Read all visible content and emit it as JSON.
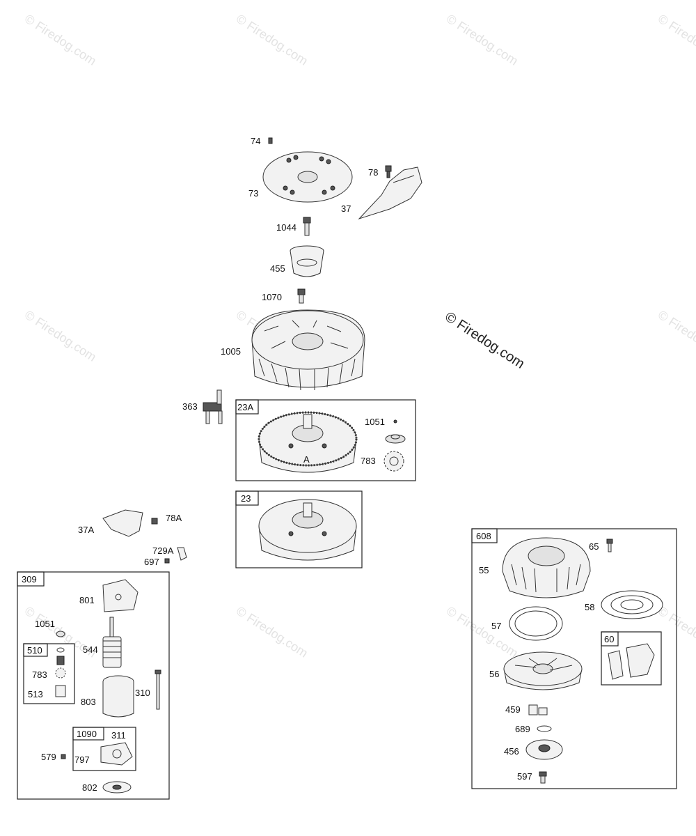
{
  "watermarks": {
    "text": "© Firedog.com",
    "center": "© Firedog.com"
  },
  "labels": {
    "p74": "74",
    "p73": "73",
    "p78": "78",
    "p37": "37",
    "p1044": "1044",
    "p455": "455",
    "p1070": "1070",
    "p1005": "1005",
    "p363": "363",
    "p1051": "1051",
    "p783": "783",
    "p37A": "37A",
    "p78A": "78A",
    "p729A": "729A",
    "p697": "697",
    "p801": "801",
    "p1051b": "1051",
    "p544": "544",
    "p783b": "783",
    "p513": "513",
    "p803": "803",
    "p310": "310",
    "p311": "311",
    "p579": "579",
    "p797": "797",
    "p802": "802",
    "p65": "65",
    "p55": "55",
    "p58": "58",
    "p57": "57",
    "p56": "56",
    "p459": "459",
    "p689": "689",
    "p456": "456",
    "p597": "597",
    "flywheel_mark": "A"
  },
  "boxes": {
    "b23A": "23A",
    "b23": "23",
    "b309": "309",
    "b510": "510",
    "b1090": "1090",
    "b608": "608",
    "b60": "60"
  }
}
